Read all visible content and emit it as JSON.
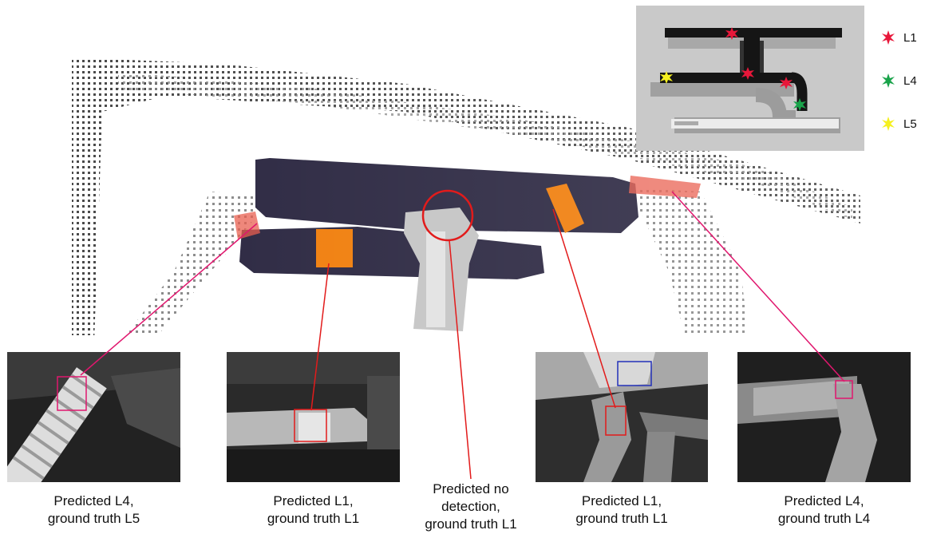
{
  "legend": {
    "items": [
      {
        "label": "L1",
        "color": "#e8173a"
      },
      {
        "label": "L4",
        "color": "#19a34a"
      },
      {
        "label": "L5",
        "color": "#f5f01e"
      }
    ]
  },
  "captions": [
    {
      "line1": "Predicted L4,",
      "line2": "ground truth L5"
    },
    {
      "line1": "Predicted L1,",
      "line2": "ground truth L1"
    },
    {
      "line1": "Predicted no",
      "line2": "detection,",
      "line3": "ground truth L1"
    },
    {
      "line1": "Predicted L1,",
      "line2": "ground truth L1"
    },
    {
      "line1": "Predicted L4,",
      "line2": "ground truth L4"
    }
  ],
  "colors": {
    "pipe": "#2a2640",
    "detection": "#f07d0a",
    "leader_red": "#e21b1b",
    "leader_pink": "#e0176e",
    "blue_box": "#2231b8"
  }
}
